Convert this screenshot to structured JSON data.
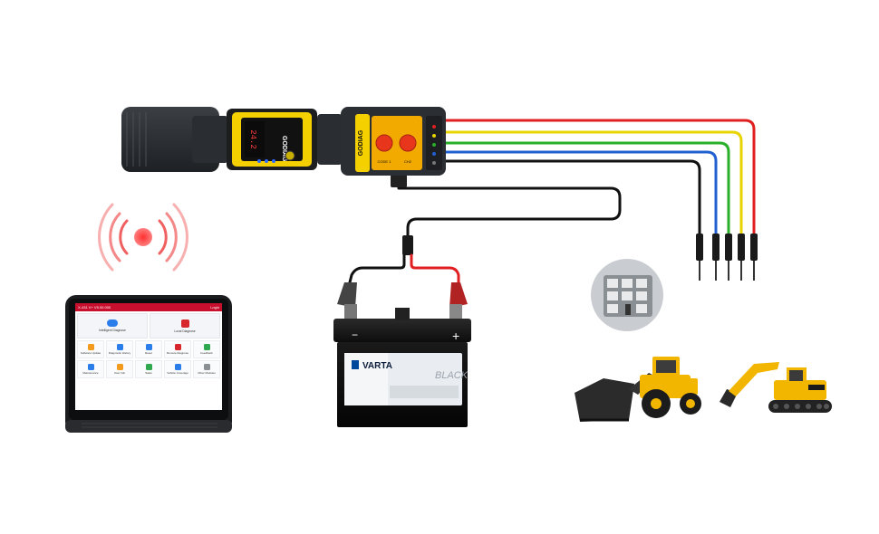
{
  "device": {
    "brand": "GODIAG",
    "display_digits": "24.2",
    "button_labels": [
      "CODE 1",
      "CH2"
    ]
  },
  "battery": {
    "brand": "VARTA",
    "model": "BLACK",
    "terminal_neg": "−",
    "terminal_pos": "+"
  },
  "tablet": {
    "header_title": "X-431 V+ V5.00.000",
    "header_right": "Login",
    "top_cards": [
      "Intelligent Diagnose",
      "Local Diagnose"
    ],
    "tiles": [
      "Software Update",
      "Diagnostic History",
      "Reset",
      "Remote Diagnose",
      "Feedback",
      "Maintenance",
      "User Info",
      "Sales",
      "Vehicle Coverage",
      "Other Modules"
    ]
  },
  "colors": {
    "wire_red": "#e02020",
    "wire_yellow": "#e8d400",
    "wire_green": "#28b028",
    "wire_blue": "#2060d0",
    "wire_black": "#111111",
    "wireless_signal": "#f04040",
    "machine_yellow": "#f2b600"
  }
}
